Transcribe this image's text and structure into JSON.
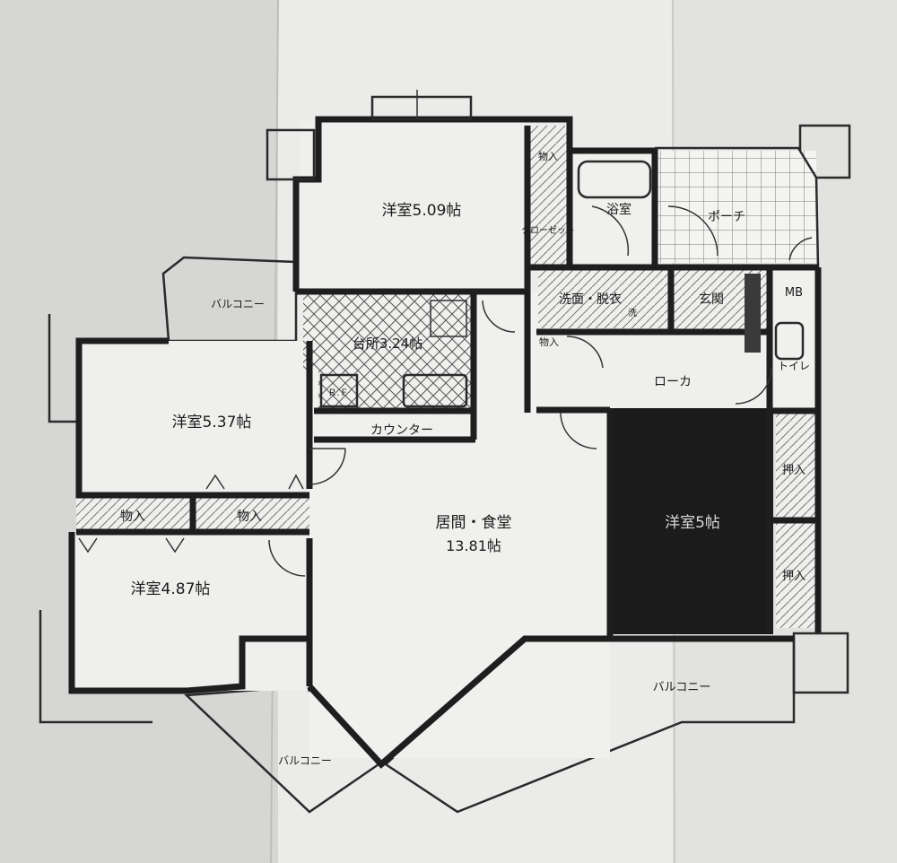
{
  "rooms": {
    "western_room_1": "洋室5.09帖",
    "western_room_2": "洋室5.37帖",
    "western_room_3": "洋室4.87帖",
    "western_room_4": "洋室5帖",
    "living_dining": "居間・食堂",
    "living_dining_size": "13.81帖",
    "kitchen": "台所3.24帖",
    "counter": "カウンター",
    "bath": "浴室",
    "washroom": "洗面・脱衣",
    "entrance": "玄関",
    "porch": "ポーチ",
    "hallway": "ローカ",
    "toilet": "トイレ",
    "meter_box": "MB",
    "closet": "クローゼット",
    "refrigerator": "Ｒ.Ｆ",
    "washer": "洗"
  },
  "storage": {
    "storage": "物入",
    "oshiire": "押入"
  },
  "balconies": {
    "top_left": "バルコニー",
    "bottom_left": "バルコニー",
    "bottom_right": "バルコニー"
  },
  "colors": {
    "paper": "#ececea",
    "wall": "#1e1e1e",
    "balcony_gray": "#8e8e8e",
    "tile": "#f3f3f1",
    "dark_room": "#1b1b1b"
  }
}
